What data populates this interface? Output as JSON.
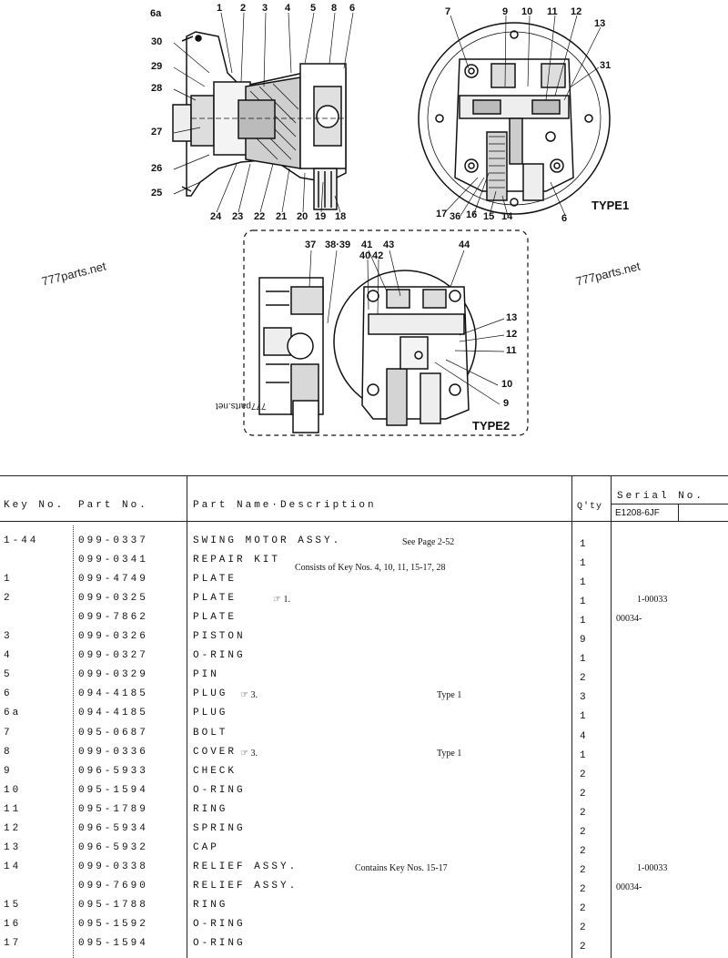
{
  "figure": {
    "type1_label": "TYPE1",
    "type2_label": "TYPE2",
    "watermark_text": "777parts.net",
    "callouts_top_left": [
      "6a",
      "1",
      "2",
      "3",
      "4",
      "5",
      "8",
      "6",
      "30",
      "29",
      "28",
      "27",
      "26",
      "25",
      "24",
      "23",
      "22",
      "21",
      "20",
      "19",
      "18"
    ],
    "callouts_top_right": [
      "7",
      "9",
      "10",
      "11",
      "12",
      "13",
      "31",
      "17",
      "36",
      "16",
      "15",
      "14",
      "6"
    ],
    "callouts_type2": [
      "37",
      "38·39",
      "41",
      "43",
      "44",
      "40",
      "42",
      "13",
      "12",
      "11",
      "10",
      "9"
    ]
  },
  "table": {
    "headers": {
      "key_no": "Key No.",
      "part_no": "Part No.",
      "description": "Part Name·Description",
      "qty": "Q'ty",
      "serial": "Serial No.",
      "serial_sub": "E1208-6JF"
    },
    "rows": [
      {
        "key": "1-44",
        "part": "099-0337",
        "name": "SWING MOTOR ASSY.",
        "note": "See Page 2-52",
        "qty": "1",
        "serial": ""
      },
      {
        "key": "",
        "part": "099-0341",
        "name": "REPAIR KIT",
        "note": "Consists of Key Nos. 4, 10, 11, 15-17, 28",
        "qty": "1",
        "serial": ""
      },
      {
        "key": "1",
        "part": "099-4749",
        "name": "PLATE",
        "note": "",
        "qty": "1",
        "serial": ""
      },
      {
        "key": "2",
        "part": "099-0325",
        "name": "PLATE",
        "note": "☞ 1.",
        "qty": "1",
        "serial": "1-00033"
      },
      {
        "key": "",
        "part": "099-7862",
        "name": "PLATE",
        "note": "",
        "qty": "1",
        "serial": "00034-"
      },
      {
        "key": "3",
        "part": "099-0326",
        "name": "PISTON",
        "note": "",
        "qty": "9",
        "serial": ""
      },
      {
        "key": "4",
        "part": "099-0327",
        "name": "O-RING",
        "note": "",
        "qty": "1",
        "serial": ""
      },
      {
        "key": "5",
        "part": "099-0329",
        "name": "PIN",
        "note": "",
        "qty": "2",
        "serial": ""
      },
      {
        "key": "6",
        "part": "094-4185",
        "name": "PLUG",
        "note": "☞ 3.",
        "note2": "Type 1",
        "qty": "3",
        "serial": ""
      },
      {
        "key": "6a",
        "part": "094-4185",
        "name": "PLUG",
        "note": "",
        "qty": "1",
        "serial": ""
      },
      {
        "key": "7",
        "part": "095-0687",
        "name": "BOLT",
        "note": "",
        "qty": "4",
        "serial": ""
      },
      {
        "key": "8",
        "part": "099-0336",
        "name": "COVER",
        "note": "☞ 3.",
        "note2": "Type 1",
        "qty": "1",
        "serial": ""
      },
      {
        "key": "9",
        "part": "096-5933",
        "name": "CHECK",
        "note": "",
        "qty": "2",
        "serial": ""
      },
      {
        "key": "10",
        "part": "095-1594",
        "name": "O-RING",
        "note": "",
        "qty": "2",
        "serial": ""
      },
      {
        "key": "11",
        "part": "095-1789",
        "name": "RING",
        "note": "",
        "qty": "2",
        "serial": ""
      },
      {
        "key": "12",
        "part": "096-5934",
        "name": "SPRING",
        "note": "",
        "qty": "2",
        "serial": ""
      },
      {
        "key": "13",
        "part": "096-5932",
        "name": "CAP",
        "note": "",
        "qty": "2",
        "serial": ""
      },
      {
        "key": "14",
        "part": "099-0338",
        "name": "RELIEF ASSY.",
        "note": "Contains Key Nos. 15-17",
        "qty": "2",
        "serial": "1-00033"
      },
      {
        "key": "",
        "part": "099-7690",
        "name": "RELIEF ASSY.",
        "note": "",
        "qty": "2",
        "serial": "00034-"
      },
      {
        "key": "15",
        "part": "095-1788",
        "name": "RING",
        "note": "",
        "qty": "2",
        "serial": ""
      },
      {
        "key": "16",
        "part": "095-1592",
        "name": "O-RING",
        "note": "",
        "qty": "2",
        "serial": ""
      },
      {
        "key": "17",
        "part": "095-1594",
        "name": "O-RING",
        "note": "",
        "qty": "2",
        "serial": ""
      }
    ]
  }
}
